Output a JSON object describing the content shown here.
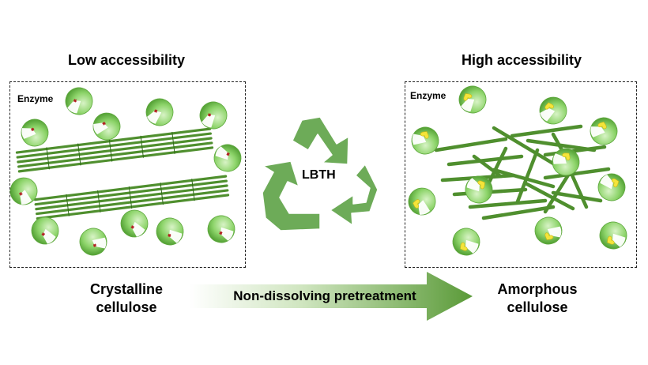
{
  "left": {
    "heading": "Low accessibility",
    "enzyme_label": "Enzyme",
    "caption_line1": "Crystalline",
    "caption_line2": "cellulose"
  },
  "right": {
    "heading": "High accessibility",
    "enzyme_label": "Enzyme",
    "caption_line1": "Amorphous",
    "caption_line2": "cellulose"
  },
  "center": {
    "label": "LBTH",
    "process_label": "Non-dissolving pretreatment"
  },
  "colors": {
    "enzyme_green": "#7cc65a",
    "fiber_green": "#4f8f2e",
    "recycle_green": "#6dab58",
    "blocked_site": "#b22222",
    "active_site": "#f4e43a"
  },
  "icons": {
    "left_enzyme": "enzyme-blocked-icon",
    "right_enzyme": "enzyme-active-icon",
    "center": "recycle-icon"
  }
}
